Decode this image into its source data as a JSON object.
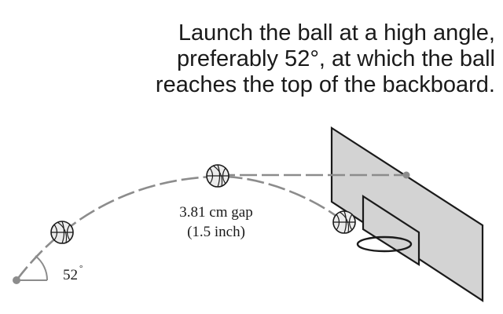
{
  "caption": {
    "line1": "Launch the ball at a high angle,",
    "line2": "preferably 52°, at which the ball",
    "line3": "reaches the top of the backboard."
  },
  "labels": {
    "angle_value": "52",
    "angle_unit": "°",
    "gap_line1": "3.81 cm gap",
    "gap_line2": "(1.5 inch)"
  },
  "colors": {
    "trajectory": "#8c8c8c",
    "backboard_fill": "#d3d3d3",
    "outline": "#1a1a1a",
    "launch_point": "#8c8c8c",
    "ball_fill": "#ececec"
  },
  "icons": {
    "ball": "basketball-icon",
    "launch": "launch-point-icon"
  }
}
